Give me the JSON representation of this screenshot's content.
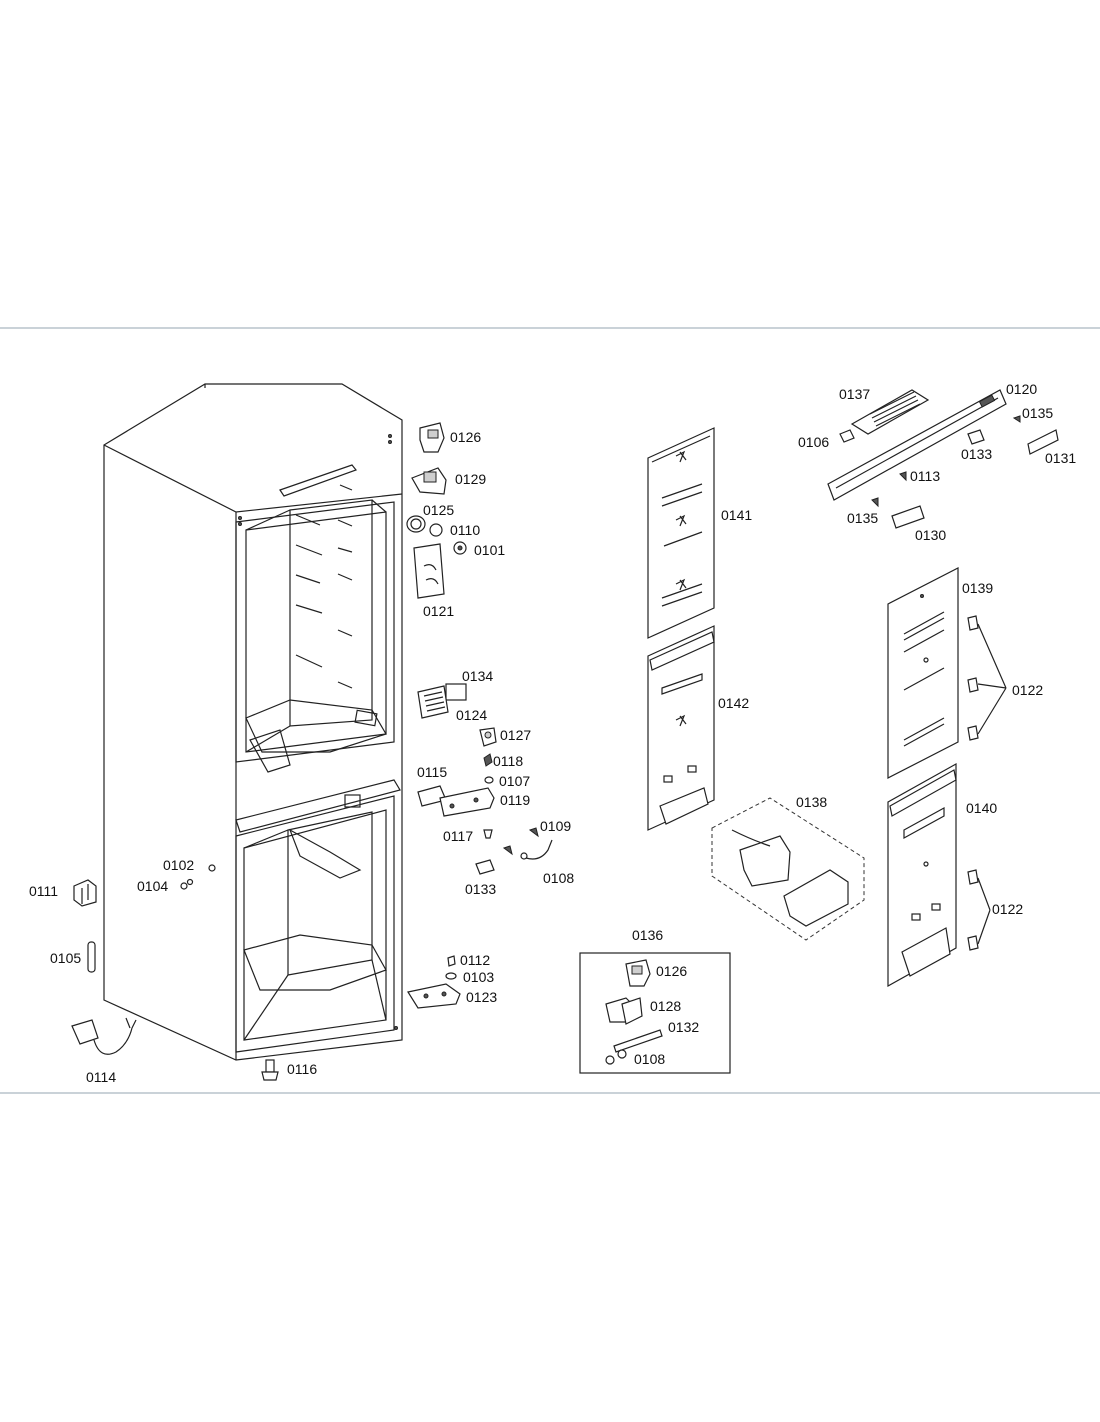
{
  "colors": {
    "separator": "#b9c3cc",
    "line": "#222222",
    "background": "#ffffff"
  },
  "labels": {
    "p0126a": "0126",
    "p0129": "0129",
    "p0125": "0125",
    "p0110": "0110",
    "p0101": "0101",
    "p0121": "0121",
    "p0134": "0134",
    "p0124": "0124",
    "p0127": "0127",
    "p0118": "0118",
    "p0107": "0107",
    "p0115": "0115",
    "p0119": "0119",
    "p0117": "0117",
    "p0109": "0109",
    "p0133a": "0133",
    "p0108a": "0108",
    "p0102": "0102",
    "p0104": "0104",
    "p0111": "0111",
    "p0105": "0105",
    "p0112": "0112",
    "p0103": "0103",
    "p0123": "0123",
    "p0114": "0114",
    "p0116": "0116",
    "p0141": "0141",
    "p0142": "0142",
    "p0138": "0138",
    "p0136": "0136",
    "p0126b": "0126",
    "p0128": "0128",
    "p0132": "0132",
    "p0108b": "0108",
    "p0137": "0137",
    "p0120": "0120",
    "p0106": "0106",
    "p0135a": "0135",
    "p0133b": "0133",
    "p0131": "0131",
    "p0113": "0113",
    "p0135b": "0135",
    "p0130": "0130",
    "p0139": "0139",
    "p0122a": "0122",
    "p0140": "0140",
    "p0122b": "0122"
  }
}
